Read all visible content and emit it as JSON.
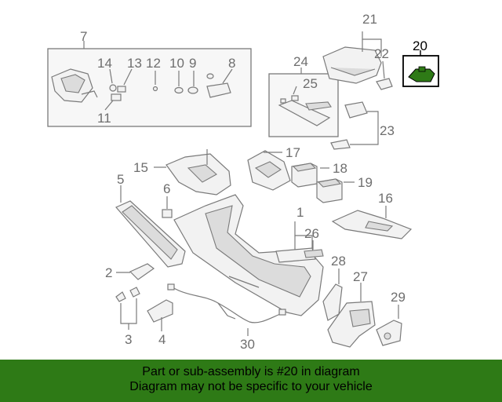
{
  "diagram": {
    "callouts": {
      "c1": "1",
      "c2": "2",
      "c3": "3",
      "c4": "4",
      "c5": "5",
      "c6": "6",
      "c7": "7",
      "c8": "8",
      "c9": "9",
      "c10": "10",
      "c11": "11",
      "c12": "12",
      "c13": "13",
      "c14": "14",
      "c15": "15",
      "c16": "16",
      "c17": "17",
      "c18": "18",
      "c19": "19",
      "c20": "20",
      "c21": "21",
      "c22": "22",
      "c23": "23",
      "c24": "24",
      "c25": "25",
      "c26": "26",
      "c27": "27",
      "c28": "28",
      "c29": "29",
      "c30": "30"
    },
    "highlight_part": "20",
    "highlight_color": "#2e7a16",
    "line_color": "#7a7a7a"
  },
  "banner": {
    "line1": "Part or sub-assembly is #20 in diagram",
    "line2": "Diagram may not be specific to your vehicle",
    "background": "#2e7a16"
  }
}
